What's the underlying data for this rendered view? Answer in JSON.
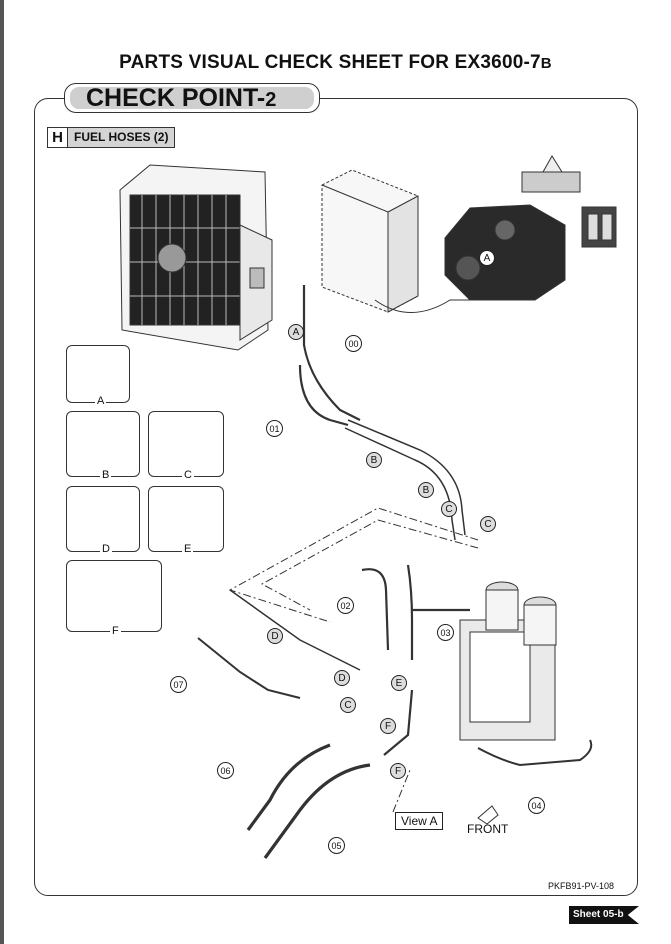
{
  "header": {
    "title_main": "PARTS VISUAL CHECK SHEET FOR EX3600-7",
    "title_suffix": "B"
  },
  "checkpoint": {
    "label": "CHECK POINT-",
    "number": "2"
  },
  "section": {
    "letter": "H",
    "label": "FUEL HOSES (2)"
  },
  "brackets": [
    "A",
    "B",
    "C",
    "D",
    "E",
    "F"
  ],
  "hose_callouts": [
    "00",
    "01",
    "02",
    "03",
    "04",
    "05",
    "06",
    "07"
  ],
  "view_labels": [
    "A",
    "A"
  ],
  "diagram_letters": [
    "B",
    "B",
    "C",
    "C",
    "D",
    "D",
    "E",
    "F",
    "F",
    "C"
  ],
  "view_box": "View A",
  "front_label": "FRONT",
  "drawing_code": "PKFB91-PV-108",
  "sheet_label": "Sheet 05-b",
  "colors": {
    "tab_fill": "#cfcfcf",
    "section_fill": "#d4d4d4",
    "line": "#333333"
  }
}
